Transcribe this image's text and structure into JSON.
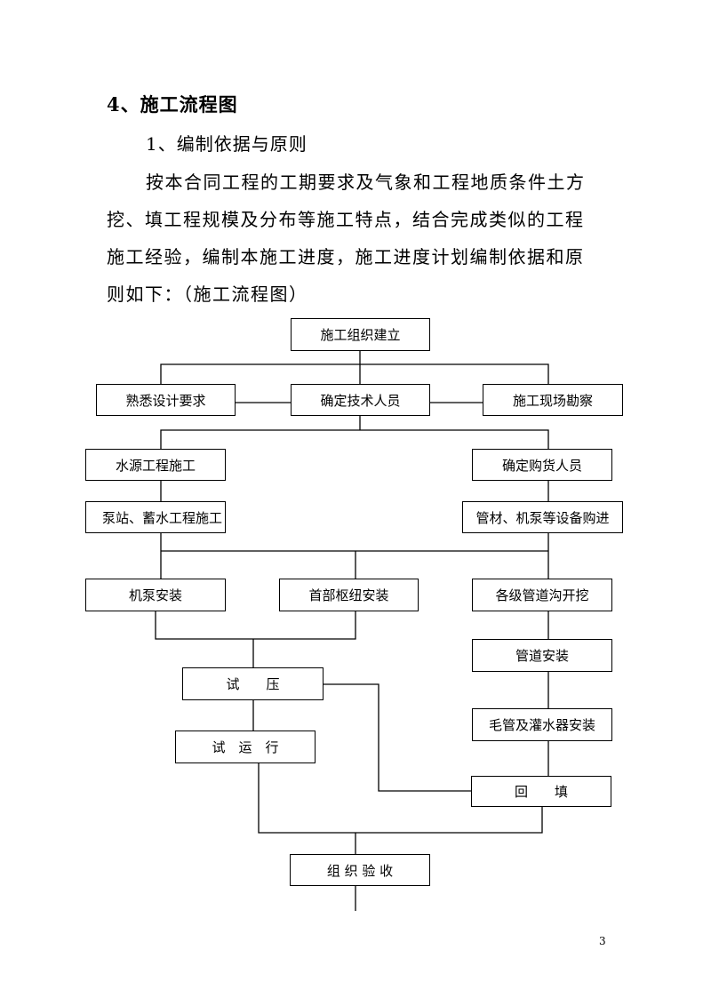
{
  "section": {
    "heading": "4、施工流程图",
    "subheading": "1、编制依据与原则",
    "paragraph_lines": [
      "按本合同工程的工期要求及气象和工程地质条件土方",
      "挖、填工程规模及分布等施工特点，结合完成类似的工程",
      "施工经验，编制本施工进度，施工进度计划编制依据和原",
      "则如下：（施工流程图）"
    ]
  },
  "flowchart": {
    "start": "施工组织建立",
    "familiarize": "熟悉设计要求",
    "assign_tech": "确定技术人员",
    "site_survey": "施工现场勘察",
    "water_source": "水源工程施工",
    "assign_purchasers": "确定购货人员",
    "pump_station": "泵站、蓄水工程施工",
    "procurement": "管材、机泵等设备购进",
    "pump_install": "机泵安装",
    "head_install": "首部枢纽安装",
    "trench": "各级管道沟开挖",
    "pipe_install": "管道安装",
    "pressure_test": "试　　压",
    "capillary_install": "毛管及灌水器安装",
    "trial_run": "试　运　行",
    "backfill": "回　　填",
    "acceptance": "组 织 验 收"
  },
  "page_number": "3"
}
